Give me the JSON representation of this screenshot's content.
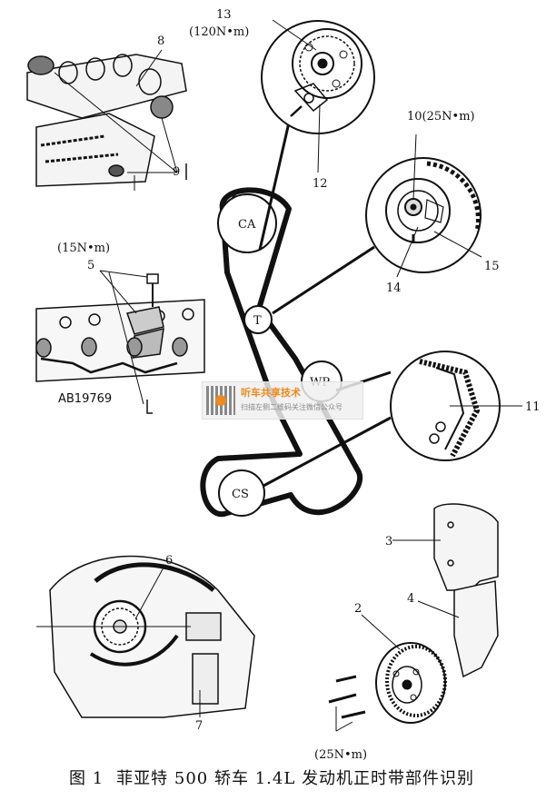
{
  "labels": {
    "n13": "13",
    "torque_13": "(120N•m)",
    "n8": "8",
    "n12": "12",
    "n9": "9",
    "n10_torque": "10(25N•m)",
    "n15": "15",
    "n14": "14",
    "torque_5": "(15N•m)",
    "n5": "5",
    "part_code": "AB19769",
    "n11": "11",
    "n6": "6",
    "n3": "3",
    "n4": "4",
    "n2": "2",
    "n7": "7",
    "torque_2": "(25N•m)"
  },
  "belt_pulleys": {
    "ca": "CA",
    "t": "T",
    "wp": "WP",
    "cs": "CS"
  },
  "watermark": {
    "title": "听车共享技术",
    "subtitle": "扫描左侧二维码关注微信公众号"
  },
  "caption": {
    "figure_no": "图 1",
    "title": "菲亚特 500 轿车 1.4L 发动机正时带部件识别"
  },
  "colors": {
    "line": "#111111",
    "watermark_accent": "#f08a1c"
  }
}
